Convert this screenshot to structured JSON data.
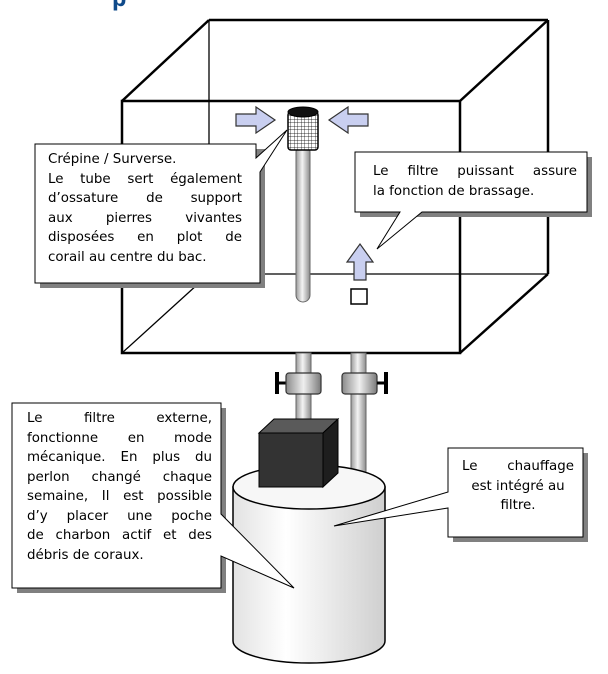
{
  "heading": "p",
  "callouts": {
    "crepine": {
      "lines": [
        "Crépine / Surverse.",
        "Le tube sert également",
        "d’ossature de support",
        "aux pierres vivantes",
        "disposées en plot de",
        "corail au centre du bac."
      ]
    },
    "brassage": {
      "lines": [
        "Le filtre puissant assure",
        "la fonction de brassage."
      ]
    },
    "filtre_externe": {
      "lines": [
        "Le filtre externe,",
        "fonctionne en mode",
        "mécanique. En plus du",
        "perlon changé chaque",
        "semaine, Il est possible",
        "d’y placer une poche",
        "de charbon actif et des",
        "débris de coraux."
      ]
    },
    "chauffage": {
      "lines": [
        "Le chauffage",
        "est intégré au",
        "filtre."
      ]
    }
  },
  "colors": {
    "flow_arrow": "#c9cff0",
    "tank_line": "#000000",
    "shadow": "#808080"
  }
}
